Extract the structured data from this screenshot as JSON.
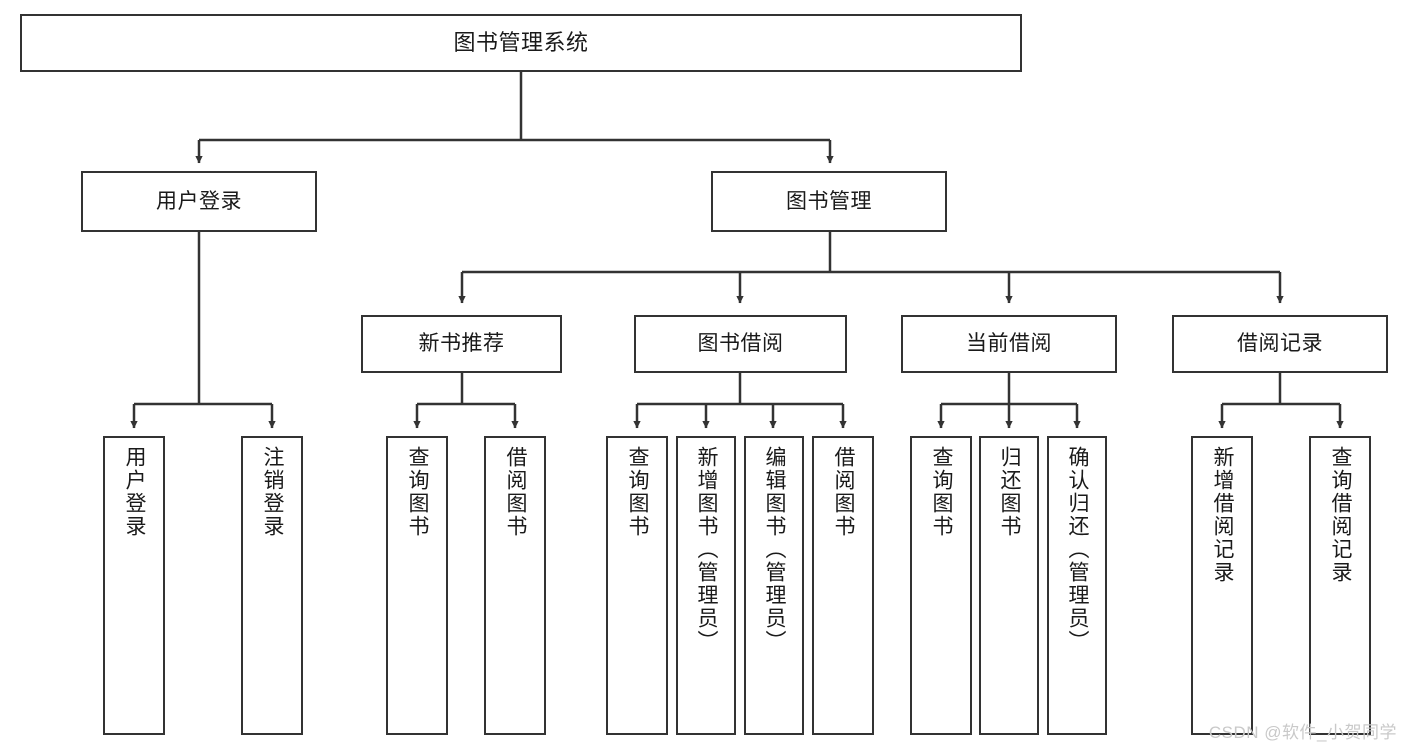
{
  "diagram": {
    "title": "图书管理系统",
    "type": "tree",
    "orientation": "top-down",
    "colors": {
      "background": "#ffffff",
      "border": "#333333",
      "text": "#1a1a1a",
      "watermark": "#c9c9c9"
    }
  },
  "nodes": {
    "root": {
      "label": "图书管理系统",
      "level": 1
    },
    "level2": [
      {
        "id": "user-login",
        "label": "用户登录",
        "level": 2
      },
      {
        "id": "book-manage",
        "label": "图书管理",
        "level": 2
      }
    ],
    "level3": [
      {
        "id": "new-book-recommend",
        "label": "新书推荐",
        "level": 3,
        "parent": "book-manage"
      },
      {
        "id": "book-borrow",
        "label": "图书借阅",
        "level": 3,
        "parent": "book-manage"
      },
      {
        "id": "current-borrow",
        "label": "当前借阅",
        "level": 3,
        "parent": "book-manage"
      },
      {
        "id": "borrow-record",
        "label": "借阅记录",
        "level": 3,
        "parent": "book-manage"
      }
    ],
    "leaves": [
      {
        "id": "leaf-user-login",
        "label": "用户登录",
        "parent": "user-login"
      },
      {
        "id": "leaf-logout",
        "label": "注销登录",
        "parent": "user-login"
      },
      {
        "id": "leaf-query-book-1",
        "label": "查询图书",
        "parent": "new-book-recommend"
      },
      {
        "id": "leaf-borrow-book-1",
        "label": "借阅图书",
        "parent": "new-book-recommend"
      },
      {
        "id": "leaf-query-book-2",
        "label": "查询图书",
        "parent": "book-borrow"
      },
      {
        "id": "leaf-add-book",
        "label": "新增图书（管理员）",
        "parent": "book-borrow"
      },
      {
        "id": "leaf-edit-book",
        "label": "编辑图书（管理员）",
        "parent": "book-borrow"
      },
      {
        "id": "leaf-borrow-book-2",
        "label": "借阅图书",
        "parent": "book-borrow"
      },
      {
        "id": "leaf-query-book-3",
        "label": "查询图书",
        "parent": "current-borrow"
      },
      {
        "id": "leaf-return-book",
        "label": "归还图书",
        "parent": "current-borrow"
      },
      {
        "id": "leaf-confirm-return",
        "label": "确认归还（管理员）",
        "parent": "current-borrow"
      },
      {
        "id": "leaf-add-record",
        "label": "新增借阅记录",
        "parent": "borrow-record"
      },
      {
        "id": "leaf-query-record",
        "label": "查询借阅记录",
        "parent": "borrow-record"
      }
    ]
  },
  "watermark": {
    "text": "CSDN @软件_小贺同学"
  }
}
